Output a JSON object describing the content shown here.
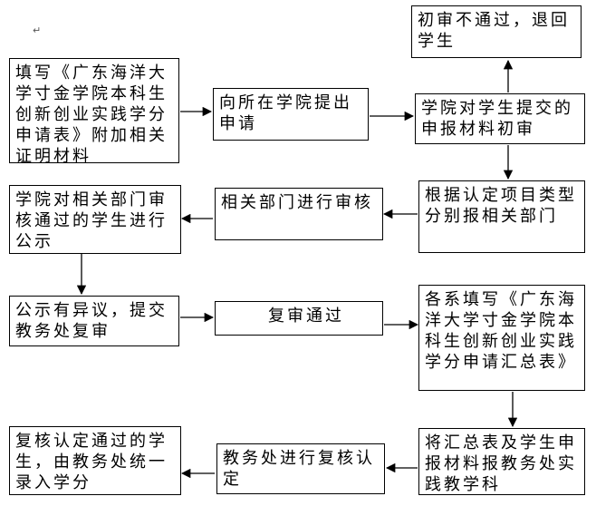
{
  "boxes": {
    "reject": "初审不通过，退回学生",
    "fill_form": "填写《广东海洋大学寸金学院本科生创新创业实践学分申请表》附加相关证明材料",
    "apply_college": "向所在学院提出申请",
    "college_initial_review": "学院对学生提交的申报材料初审",
    "submit_departments": "根据认定项目类型分别报相关部门",
    "department_review": "相关部门进行审核",
    "publicity": "学院对相关部门审核通过的学生进行公示",
    "objection": "公示有异议，提交教务处复审",
    "re_review_passed": "复审通过",
    "summary_form": "各系填写《广东海洋大学寸金学院本科生创新创业实践学分申请汇总表》",
    "submit_summary": "将汇总表及学生申报材料报教务处实践教学科",
    "academic_re_review": "教务处进行复核认定",
    "final_entry": "复核认定通过的学生，由教务处统一录入学分"
  },
  "paragraph_mark": "↵"
}
